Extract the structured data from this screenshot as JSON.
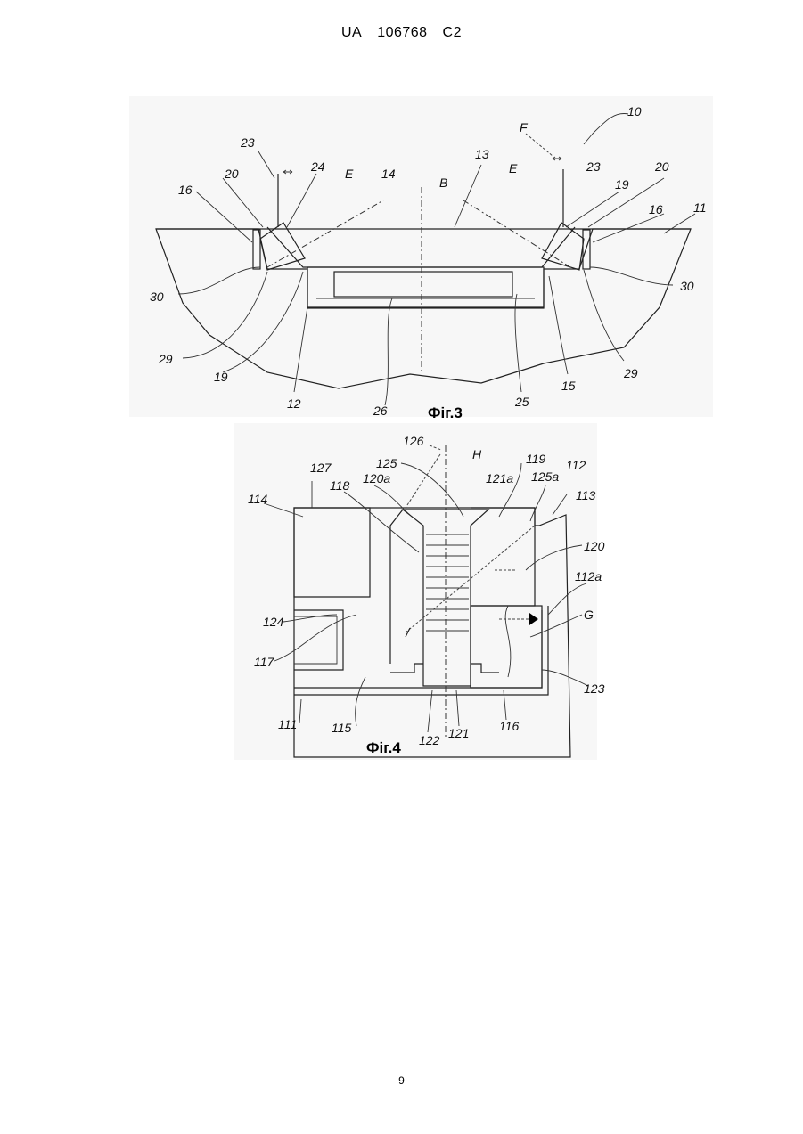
{
  "header": {
    "office": "UA",
    "number": "106768",
    "kind": "C2"
  },
  "page_number": "9",
  "figure3": {
    "caption": "Фіг.3",
    "labels": [
      "10",
      "F",
      "23",
      "13",
      "E",
      "B",
      "E",
      "23",
      "20",
      "24",
      "14",
      "19",
      "20",
      "16",
      "16",
      "11",
      "30",
      "30",
      "29",
      "19",
      "12",
      "26",
      "25",
      "15",
      "29"
    ]
  },
  "figure4": {
    "caption": "Фіг.4",
    "labels": [
      "126",
      "H",
      "125",
      "119",
      "112",
      "127",
      "121a",
      "125a",
      "118",
      "120a",
      "113",
      "114",
      "120",
      "112a",
      "G",
      "124",
      "117",
      "123",
      "111",
      "115",
      "122",
      "121",
      "116"
    ]
  }
}
